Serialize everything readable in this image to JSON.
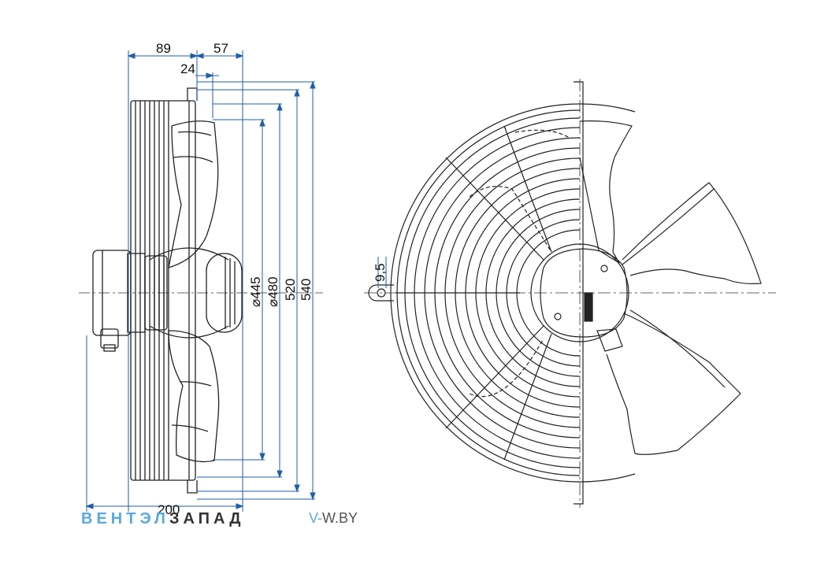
{
  "dimensions": {
    "d89": "89",
    "d57": "57",
    "d24": "24",
    "d445": "⌀445",
    "d480": "⌀480",
    "d520": "520",
    "d540": "540",
    "d200": "200",
    "d9_5": "9,5"
  },
  "watermark": {
    "part1": "ВЕНТЭЛ",
    "part2": "ЗАПАД",
    "site_prefix": "V-",
    "site_rest": "W.BY"
  },
  "colors": {
    "dimension_line": "#1f5fa8",
    "outline": "#222222",
    "watermark_blue": "#5aa9df"
  }
}
